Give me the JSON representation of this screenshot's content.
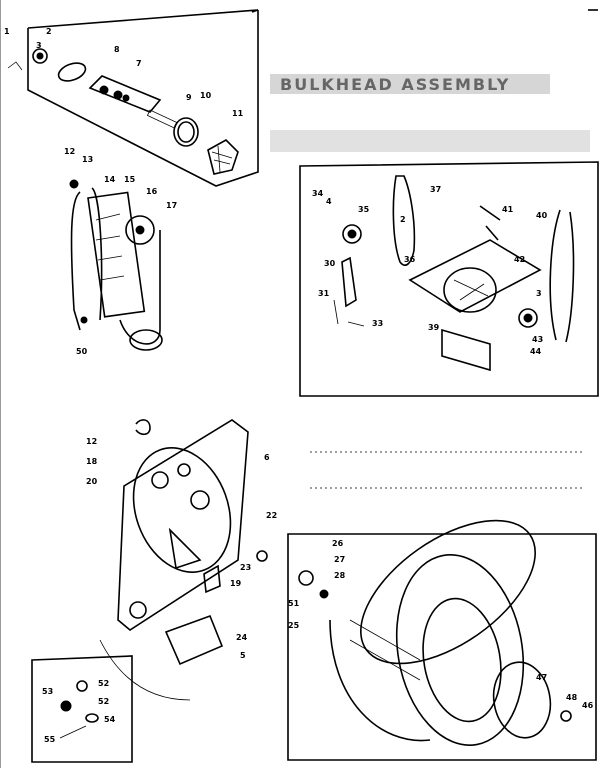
{
  "diagram": {
    "header_text": "BULKHEAD ASSEMBLY",
    "callouts": {
      "c1": "1",
      "c2": "2",
      "c3": "3",
      "c7": "7",
      "c8": "8",
      "c9": "9",
      "c10": "10",
      "c11": "11",
      "c12a": "12",
      "c13": "13",
      "c14": "14",
      "c15": "15",
      "c16": "16",
      "c17": "17",
      "c50": "50",
      "c37": "37",
      "c34": "34",
      "c4": "4",
      "c35": "35",
      "c2b": "2",
      "c41": "41",
      "c40": "40",
      "c30": "30",
      "c36": "36",
      "c42": "42",
      "c31": "31",
      "c33": "33",
      "c39": "39",
      "c3b": "3",
      "c43": "43",
      "c44": "44",
      "c12b": "12",
      "c18": "18",
      "c20": "20",
      "c6": "6",
      "c22": "22",
      "c23": "23",
      "c19": "19",
      "c26": "26",
      "c27": "27",
      "c28": "28",
      "c51": "51",
      "c25": "25",
      "c24": "24",
      "c5": "5",
      "c47": "47",
      "c48": "48",
      "c46": "46",
      "c53": "53",
      "c52": "52",
      "c54": "54",
      "c55": "55"
    }
  }
}
